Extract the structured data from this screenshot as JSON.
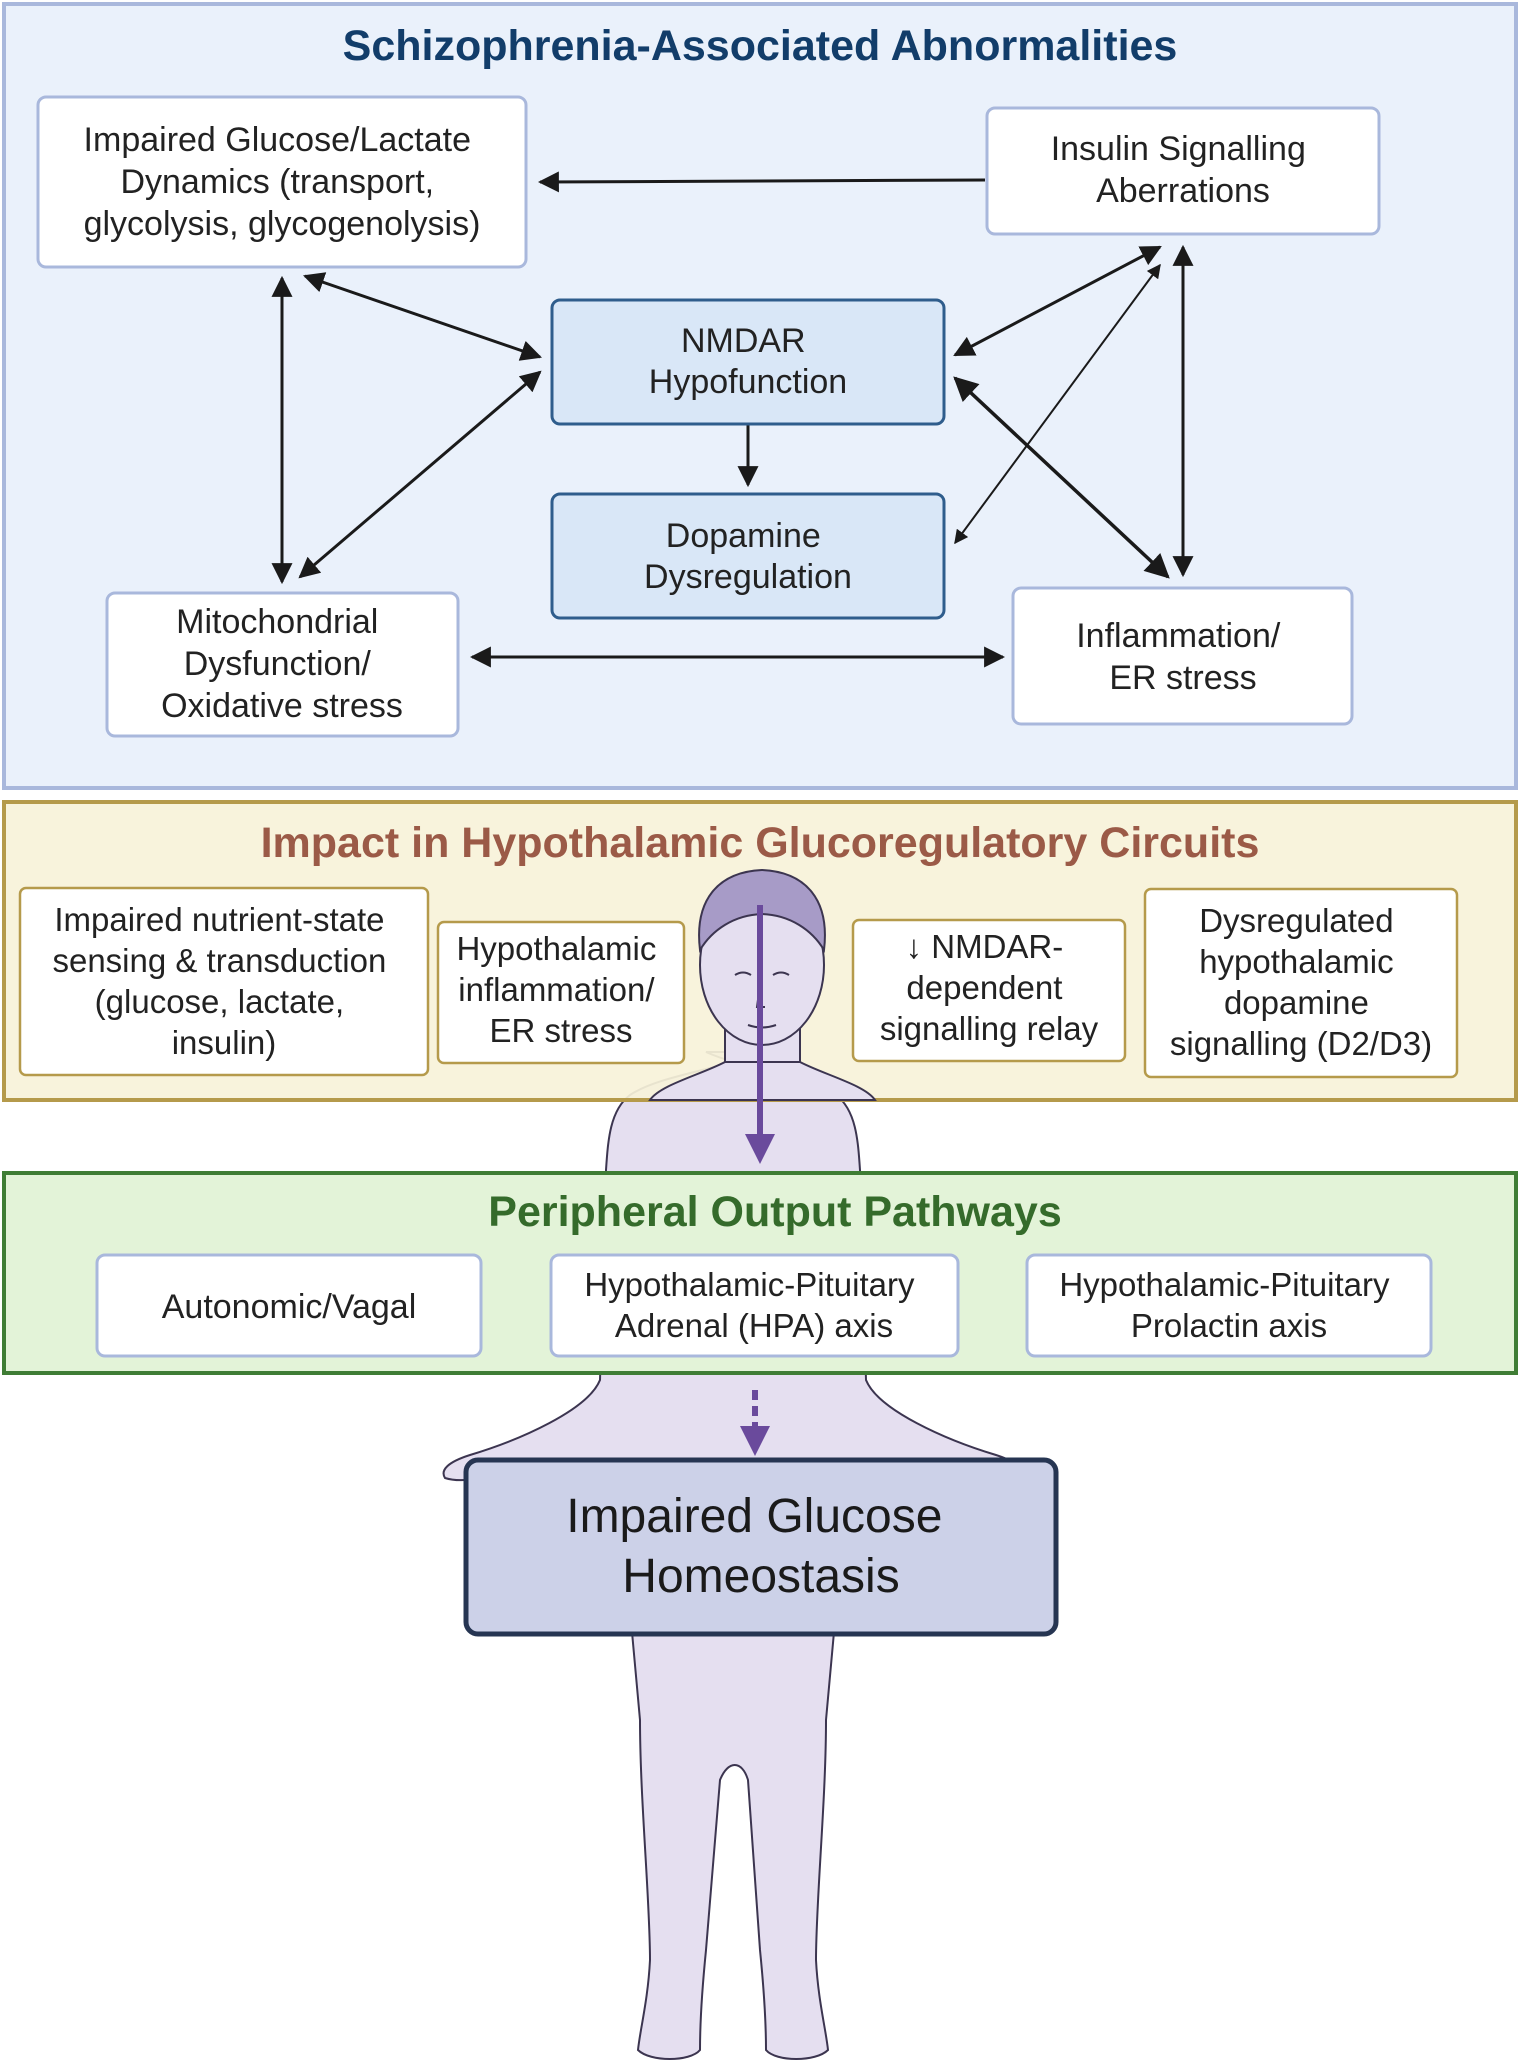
{
  "top_panel": {
    "title": "Schizophrenia-Associated Abnormalities",
    "nodes": {
      "glucose": [
        "Impaired Glucose/Lactate",
        "Dynamics (transport,",
        "glycolysis, glycogenolysis)"
      ],
      "insulin": [
        "Insulin Signalling",
        "Aberrations"
      ],
      "nmdar": [
        "NMDAR",
        "Hypofunction"
      ],
      "dopamine": [
        "Dopamine",
        "Dysregulation"
      ],
      "mito": [
        "Mitochondrial",
        "Dysfunction/",
        "Oxidative stress"
      ],
      "inflam": [
        "Inflammation/",
        "ER stress"
      ]
    }
  },
  "middle_panel": {
    "title": "Impact in Hypothalamic Glucoregulatory Circuits",
    "boxes": [
      [
        "Impaired nutrient-state",
        "sensing & transduction",
        "(glucose, lactate,",
        "insulin)"
      ],
      [
        "Hypothalamic",
        "inflammation/",
        "ER stress"
      ],
      [
        "↓ NMDAR-",
        "dependent",
        "signalling relay"
      ],
      [
        "Dysregulated",
        "hypothalamic",
        "dopamine",
        "signalling (D2/D3)"
      ]
    ]
  },
  "lower_panel": {
    "title": "Peripheral Output Pathways",
    "boxes": [
      [
        "Autonomic/Vagal"
      ],
      [
        "Hypothalamic-Pituitary",
        "Adrenal (HPA) axis"
      ],
      [
        "Hypothalamic-Pituitary",
        "Prolactin axis"
      ]
    ]
  },
  "outcome": [
    "Impaired Glucose",
    "Homeostasis"
  ],
  "colors": {
    "top_bg": "#eaf1fb",
    "top_border": "#a9b8dc",
    "top_title": "#123d6a",
    "mid_bg": "#f7f2d9",
    "mid_border": "#b59a4b",
    "mid_title": "#9b5a47",
    "low_bg": "#e3f3d8",
    "low_border": "#3f7d35",
    "low_title": "#356b2b",
    "arrow_purple": "#6a4a9c",
    "outcome_fill": "#ccd1e8",
    "outcome_border": "#263552"
  },
  "icons": [
    "human-body-figure",
    "double-headed-arrow",
    "down-arrow"
  ]
}
